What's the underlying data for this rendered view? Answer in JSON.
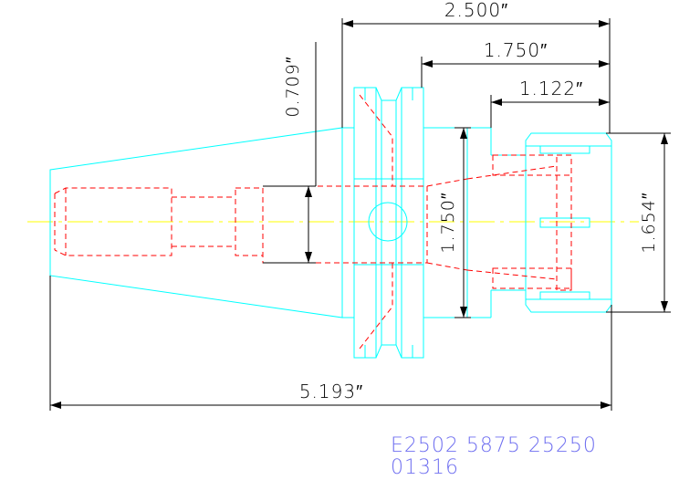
{
  "dimensions": {
    "length_a": "2.500″",
    "length_b": "1.750″",
    "length_c": "1.122″",
    "offset": "0.709″",
    "bore_diameter": "1.750″",
    "nose_diameter": "1.654″",
    "overall_length": "5.193″"
  },
  "part_number": {
    "line1": "E2502 5875 25250",
    "line2": "01316"
  },
  "colors": {
    "outline": "#00ffff",
    "hidden_lines": "#ff0000",
    "centerline": "#ffff00",
    "dimensions": "#000000",
    "part_number": "#7070f0"
  }
}
